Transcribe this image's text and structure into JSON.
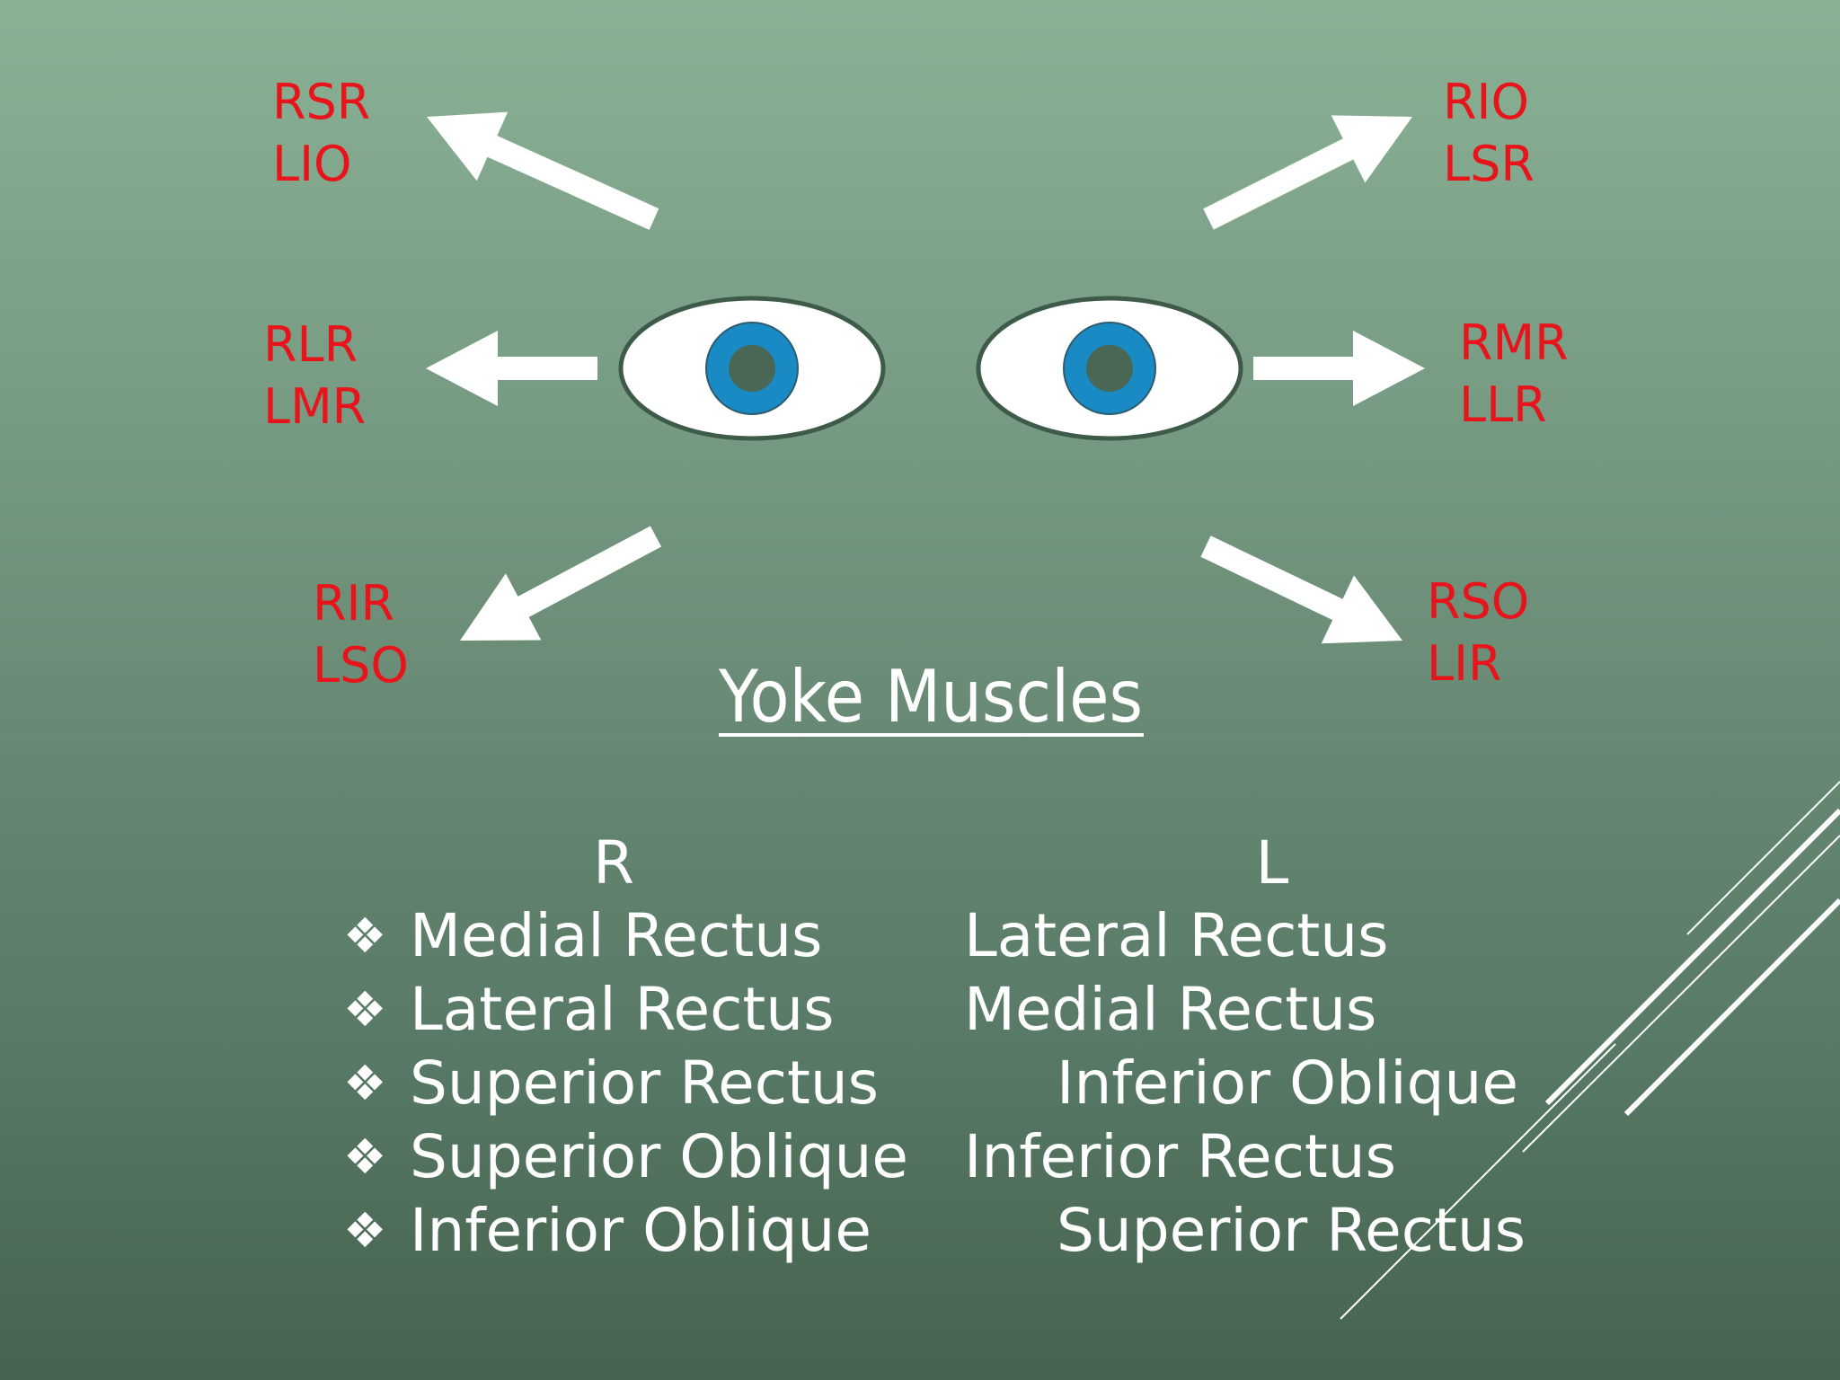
{
  "labels": {
    "up_right": [
      "RIO",
      "LSR"
    ],
    "up_left": [
      "RSR",
      "LIO"
    ],
    "right": [
      "RMR",
      "LLR"
    ],
    "left": [
      "RLR",
      "LMR"
    ],
    "down_right": [
      "RSO",
      "LIR"
    ],
    "down_left": [
      "RIR",
      "LSO"
    ]
  },
  "title": "Yoke Muscles",
  "columns": {
    "right_header": "R",
    "left_header": "L"
  },
  "bullet_symbol": "❖",
  "rows": [
    {
      "r": "Medial Rectus",
      "l": "Lateral Rectus"
    },
    {
      "r": "Lateral Rectus",
      "l": "Medial Rectus"
    },
    {
      "r": "Superior Rectus",
      "l": "Inferior Oblique"
    },
    {
      "r": "Superior Oblique",
      "l": "Inferior Rectus"
    },
    {
      "r": "Inferior Oblique",
      "l": "Superior Rectus"
    }
  ],
  "colors": {
    "label_red": "#e8141b",
    "iris_blue": "#1a8ac4",
    "pupil": "#4a6655",
    "eye_white": "#ffffff",
    "eye_outline": "#3e5a48"
  }
}
